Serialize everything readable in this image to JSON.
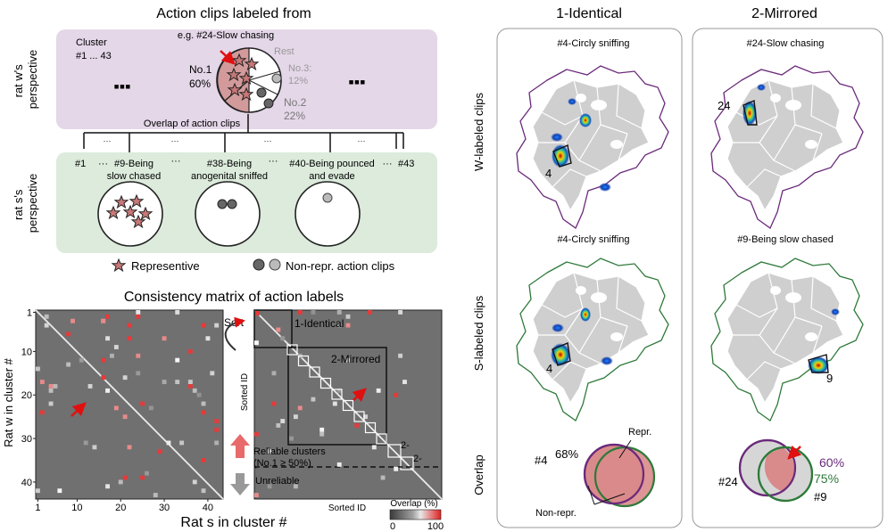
{
  "top": {
    "title": "Action clips labeled from",
    "rat_w_label": [
      "rat w's",
      "perspective"
    ],
    "rat_s_label": [
      "rat s's",
      "perspective"
    ],
    "cluster_label": [
      "Cluster",
      "#1 ... 43"
    ],
    "example_label": "e.g. #24-Slow chasing",
    "no1_label": [
      "No.1",
      "60%"
    ],
    "rest_label": "Rest",
    "no3_label": [
      "No.3:",
      "12%"
    ],
    "no2_label": [
      "No.2",
      "22%"
    ],
    "ellipsis_big": "▪▪▪",
    "overlap_label": "Overlap of action clips",
    "dots": "···",
    "s_row": {
      "c1": "#1",
      "d1": "···",
      "c9": [
        "#9-Being",
        "slow chased"
      ],
      "d2": "···",
      "c38": [
        "#38-Being",
        "anogenital sniffed"
      ],
      "d3": "···",
      "c40": [
        "#40-Being pounced",
        "and evade"
      ],
      "d4": "···",
      "c43": "#43"
    },
    "legend_repr": "Representive",
    "legend_nonrepr": "Non-repr. action clips"
  },
  "matrix": {
    "title": "Consistency matrix of action labels",
    "ylabel": "Rat w in cluster #",
    "xlabel": "Rat s in cluster #",
    "yticks": [
      "1",
      "10",
      "20",
      "30",
      "40"
    ],
    "xticks": [
      "1",
      "10",
      "20",
      "30",
      "40"
    ],
    "sort_label": "Sort",
    "identical_label": "1-Identical",
    "mirrored_label": "2-Mirrored",
    "sorted_id_y": "Sorted ID",
    "sorted_id_x": "Sorted ID",
    "reliable_label": [
      "Reliable clusters",
      "(No.1 ≥ 50%)"
    ],
    "unreliable_label": "Unreliable",
    "two_a": "2-",
    "two_b": "2-",
    "colorbar_title": "Overlap (%)",
    "colorbar_min": "0",
    "colorbar_max": "100",
    "colors": {
      "bg": "#707070",
      "low": "#7a7a7a",
      "high": "#ee2020"
    }
  },
  "right": {
    "col1_title": "1-Identical",
    "col2_title": "2-Mirrored",
    "row_w_label": "W-labeled clips",
    "row_s_label": "S-labeled clips",
    "row_overlap_label": "Overlap",
    "map_w1_title": "#4-Circly sniffing",
    "map_w2_title": "#24-Slow chasing",
    "map_s1_title": "#4-Circly sniffing",
    "map_s2_title": "#9-Being slow chased",
    "map_w1_num": "4",
    "map_w2_num": "24",
    "map_s1_num": "4",
    "map_s2_num": "9",
    "venn1": {
      "id": "#4",
      "pct": "68%",
      "repr": "Repr.",
      "nonrepr": "Non-repr."
    },
    "venn2": {
      "id_w": "#24",
      "id_s": "#9",
      "pct_w": "60%",
      "pct_s": "75%"
    },
    "colors": {
      "w": "#6a2a7a",
      "s": "#2e7a3a",
      "venn_fill": "#d98a8a"
    }
  }
}
